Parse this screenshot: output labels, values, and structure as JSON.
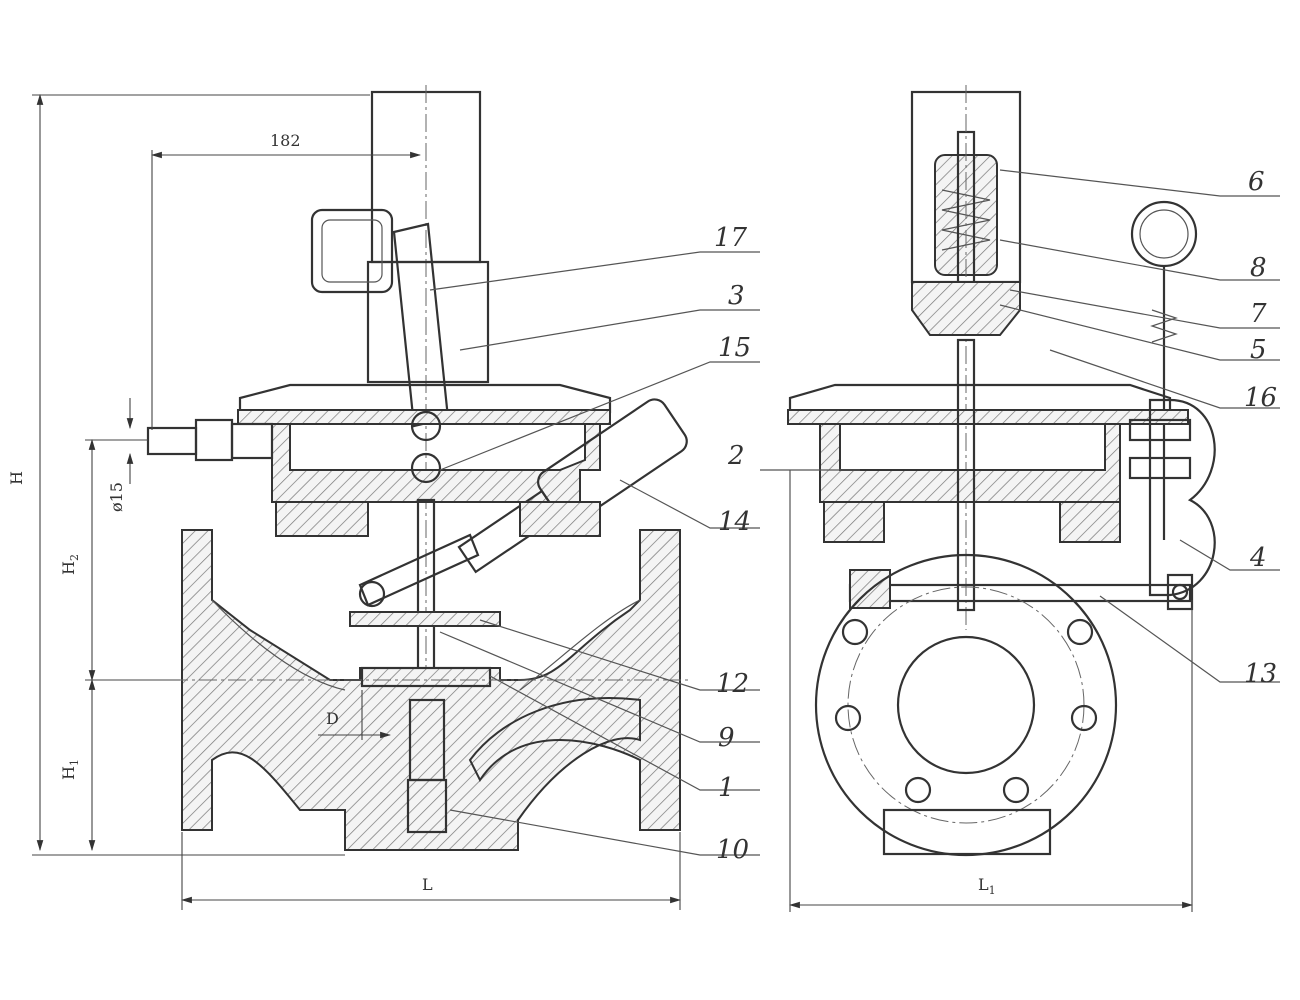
{
  "dimensions": {
    "top_length": "182",
    "pipe_diameter": "ø15",
    "height_total": "H",
    "height_2": "H",
    "height_2_sub": "2",
    "height_1": "H",
    "height_1_sub": "1",
    "nominal_diameter": "D",
    "length_front": "L",
    "length_side": "L",
    "length_side_sub": "1"
  },
  "callouts": {
    "c1": "1",
    "c2": "2",
    "c3": "3",
    "c4": "4",
    "c5": "5",
    "c6": "6",
    "c7": "7",
    "c8": "8",
    "c9": "9",
    "c10": "10",
    "c12": "12",
    "c13": "13",
    "c14": "14",
    "c15": "15",
    "c16": "16",
    "c17": "17"
  }
}
